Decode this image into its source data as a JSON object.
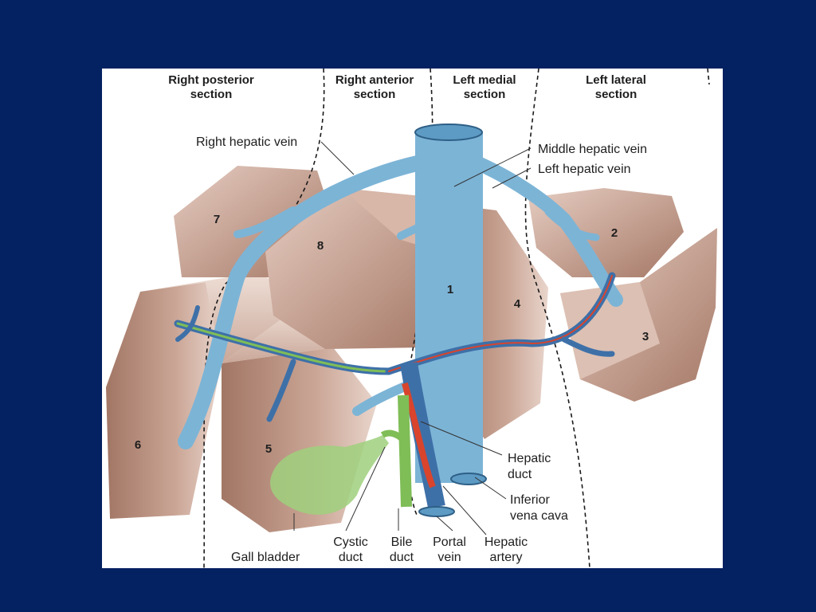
{
  "sections": {
    "right_posterior": [
      "Right posterior",
      "section"
    ],
    "right_anterior": [
      "Right anterior",
      "section"
    ],
    "left_medial": [
      "Left medial",
      "section"
    ],
    "left_lateral": [
      "Left lateral",
      "section"
    ]
  },
  "segments": [
    "1",
    "2",
    "3",
    "4",
    "5",
    "6",
    "7",
    "8"
  ],
  "labels": {
    "right_hepatic_vein": "Right hepatic vein",
    "middle_hepatic_vein": "Middle hepatic vein",
    "left_hepatic_vein": "Left hepatic vein",
    "hepatic_duct": [
      "Hepatic",
      "duct"
    ],
    "ivc": [
      "Inferior",
      "vena cava"
    ],
    "gall_bladder": "Gall bladder",
    "cystic_duct": [
      "Cystic",
      "duct"
    ],
    "bile_duct": [
      "Bile",
      "duct"
    ],
    "portal_vein": [
      "Portal",
      "vein"
    ],
    "hepatic_artery": [
      "Hepatic",
      "artery"
    ]
  },
  "colors": {
    "background": "#042161",
    "liver": "#bf9786",
    "vein": "#7cb4d6",
    "portal": "#3e70a8",
    "bile": "#7fbd57",
    "artery": "#d9442c",
    "gallbladder": "#9fd07d"
  }
}
